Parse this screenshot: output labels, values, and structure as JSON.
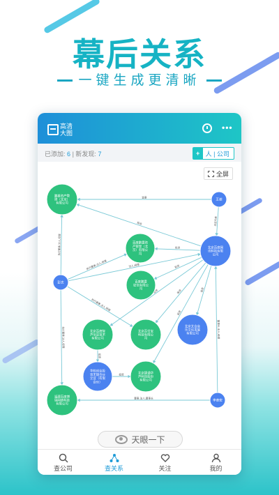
{
  "headline": "幕后关系",
  "subline": "一键生成更清晰",
  "topbar": {
    "title": "高清大图",
    "more": "•••"
  },
  "stats": {
    "added_label": "已添加:",
    "added_value": "6",
    "found_label": "新发现:",
    "found_value": "7"
  },
  "add_button": {
    "label": "人 | 公司"
  },
  "fullscreen": {
    "label": "全屏"
  },
  "nodes": [
    {
      "id": "n1",
      "label": [
        "鹏雄资产管",
        "理（北京）",
        "有限公司"
      ],
      "color": "#2ec27e"
    },
    {
      "id": "n2",
      "label": [
        "王谢"
      ],
      "color": "#4b82f0"
    },
    {
      "id": "n3",
      "label": [
        "百度鹏寰资",
        "产管理（北",
        "京）有限公",
        "司"
      ],
      "color": "#2ec27e"
    },
    {
      "id": "n4",
      "label": [
        "北京百度网",
        "讯科技有限",
        "公司"
      ],
      "color": "#4b82f0"
    },
    {
      "id": "n5",
      "label": [
        "彭志"
      ],
      "color": "#4b82f0"
    },
    {
      "id": "n6",
      "label": [
        "百度鹏寰",
        "征信有限公",
        "司"
      ],
      "color": "#2ec27e"
    },
    {
      "id": "n7",
      "label": [
        "北京百度智",
        "声信息技术",
        "有限公司"
      ],
      "color": "#2ec27e"
    },
    {
      "id": "n8",
      "label": [
        "北京百付宝",
        "科技有限公",
        "司"
      ],
      "color": "#2ec27e"
    },
    {
      "id": "n9",
      "label": [
        "北京太合音",
        "乐文化发展",
        "有限公司"
      ],
      "color": "#4b82f0"
    },
    {
      "id": "n10",
      "label": [
        "华软创业投",
        "资无锡合伙",
        "企业（有限",
        "合伙）"
      ],
      "color": "#4b82f0"
    },
    {
      "id": "n11",
      "label": [
        "北京捷通华",
        "声科技股份",
        "有限公司"
      ],
      "color": "#2ec27e"
    },
    {
      "id": "n12",
      "label": [
        "福建百度博",
        "瑞网络科技",
        "有限公司"
      ],
      "color": "#2ec27e"
    },
    {
      "id": "n13",
      "label": [
        "李彦宏"
      ],
      "color": "#4b82f0"
    }
  ],
  "edges": [
    {
      "from": "n2",
      "to": "n1",
      "label": "监事"
    },
    {
      "from": "n2",
      "to": "n4",
      "label": "法定代表"
    },
    {
      "from": "n5",
      "to": "n1",
      "label": "执行董事,法人,经理"
    },
    {
      "from": "n5",
      "to": "n3",
      "label": "执行董事,法人,经理"
    },
    {
      "from": "n5",
      "to": "n4",
      "label": "法人,经理"
    },
    {
      "from": "n5",
      "to": "n8",
      "label": "执行董事,法人,经理"
    },
    {
      "from": "n5",
      "to": "n12",
      "label": "执行董事,法人,经理"
    },
    {
      "from": "n4",
      "to": "n3",
      "label": "投资"
    },
    {
      "from": "n4",
      "to": "n6",
      "label": "投资"
    },
    {
      "from": "n4",
      "to": "n7",
      "label": "投资"
    },
    {
      "from": "n4",
      "to": "n8",
      "label": "投资"
    },
    {
      "from": "n4",
      "to": "n9",
      "label": "投资"
    },
    {
      "from": "n4",
      "to": "n11",
      "label": "投资"
    },
    {
      "from": "n4",
      "to": "n1",
      "label": "投资"
    },
    {
      "from": "n10",
      "to": "n11",
      "label": "投资"
    },
    {
      "from": "n7",
      "to": "n10",
      "label": "投资"
    },
    {
      "from": "n13",
      "to": "n4",
      "label": "董事长,法人,经理"
    },
    {
      "from": "n13",
      "to": "n12",
      "label": "董事,法人,董事长"
    }
  ],
  "eye_button": {
    "label": "天眼一下"
  },
  "tabs": [
    {
      "label": "查公司",
      "icon": "search-icon"
    },
    {
      "label": "查关系",
      "icon": "relation-icon"
    },
    {
      "label": "关注",
      "icon": "heart-icon"
    },
    {
      "label": "我的",
      "icon": "user-icon"
    }
  ],
  "colors": {
    "accent": "#16b3c4",
    "blue_node": "#4b82f0",
    "green_node": "#2ec27e",
    "edge": "#7ac9d6"
  }
}
